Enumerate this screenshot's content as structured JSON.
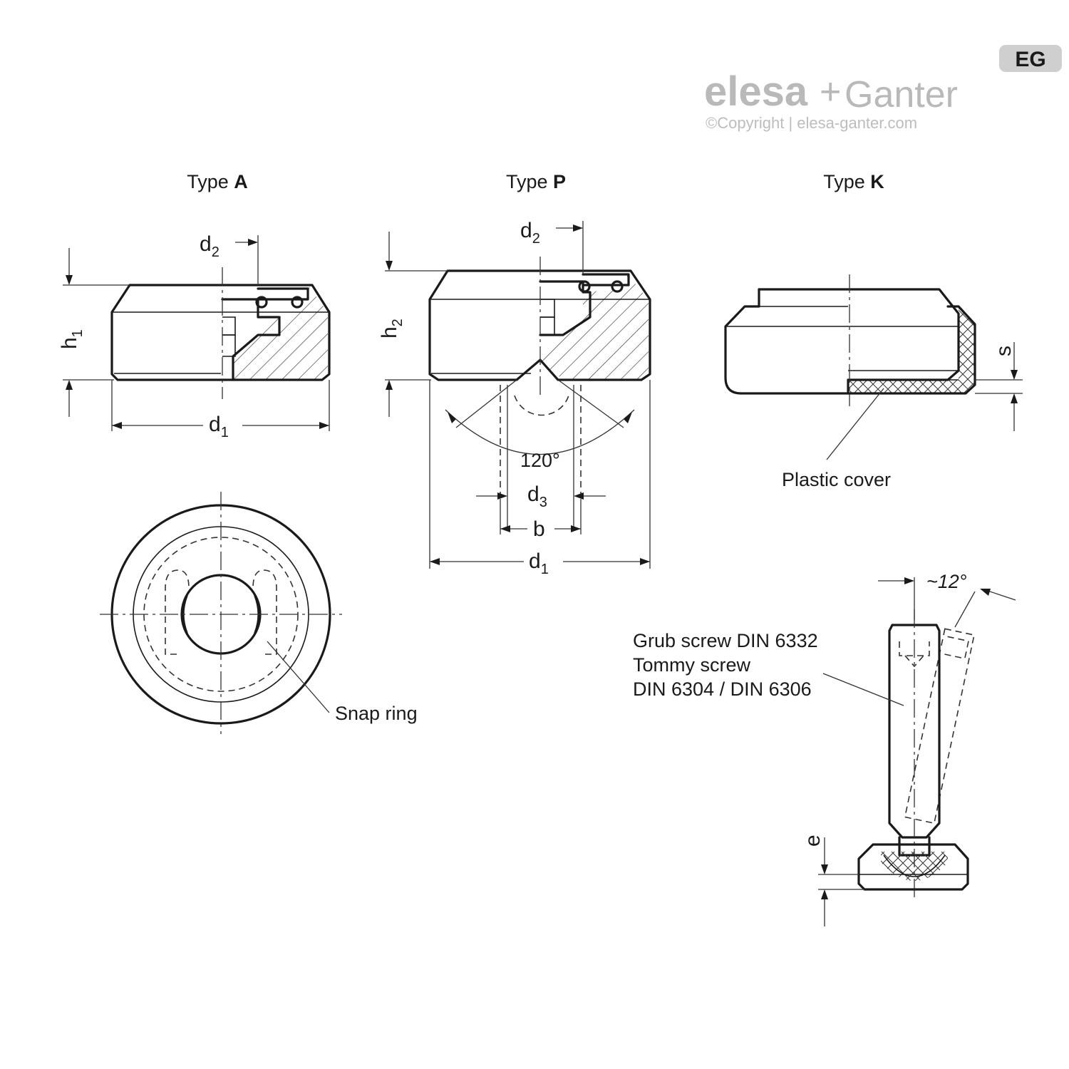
{
  "logo": {
    "brand_left": "elesa",
    "plus": "+",
    "brand_right": "Ganter",
    "badge": "EG",
    "copyright": "©Copyright | elesa-ganter.com",
    "color": "#b9b9b9"
  },
  "views": {
    "type_a": {
      "prefix": "Type ",
      "letter": "A"
    },
    "type_p": {
      "prefix": "Type ",
      "letter": "P"
    },
    "type_k": {
      "prefix": "Type ",
      "letter": "K"
    }
  },
  "dimensions": {
    "d": "d",
    "h": "h",
    "one": "1",
    "two": "2",
    "three": "3",
    "b": "b",
    "s": "s",
    "e": "e",
    "angle_cone": "120°",
    "angle_tilt": "~12°"
  },
  "labels": {
    "plastic_cover": "Plastic cover",
    "snap_ring": "Snap ring",
    "grub_screw": "Grub screw DIN 6332",
    "tommy_screw": "Tommy screw",
    "din_ref": "DIN 6304 / DIN 6306"
  }
}
